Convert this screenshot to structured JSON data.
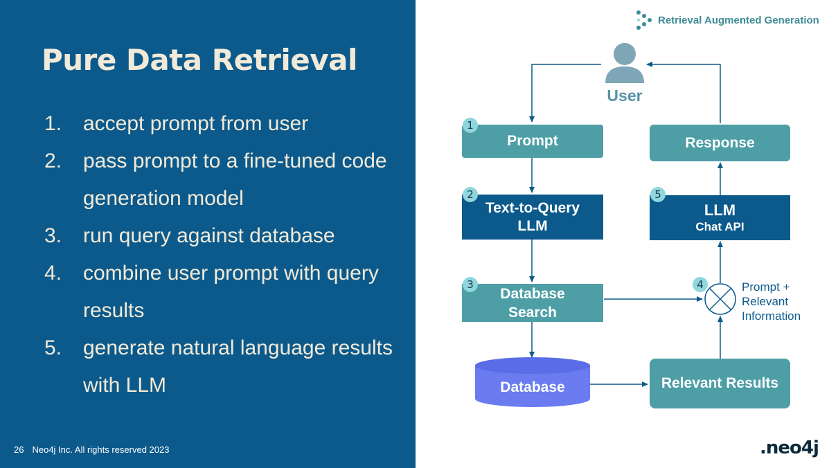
{
  "slide": {
    "title": "Pure Data Retrieval",
    "steps": [
      {
        "num": "1.",
        "text": "accept prompt from user"
      },
      {
        "num": "2.",
        "text": "pass prompt to a fine-tuned code generation model"
      },
      {
        "num": "3.",
        "text": "run query against database"
      },
      {
        "num": "4.",
        "text": "combine user prompt with query results"
      },
      {
        "num": "5.",
        "text": "generate natural language results with LLM"
      }
    ],
    "page_number": "26",
    "copyright": "Neo4j Inc. All rights reserved 2023"
  },
  "brand": {
    "rag_label": "Retrieval Augmented Generation",
    "logo_text": ".neo4j"
  },
  "diagram": {
    "user_label": "User",
    "prompt": "Prompt",
    "text_to_query_line1": "Text-to-Query",
    "text_to_query_line2": "LLM",
    "database_search_line1": "Database",
    "database_search_line2": "Search",
    "database": "Database",
    "relevant_results": "Relevant Results",
    "combine_line1": "Prompt +",
    "combine_line2": "Relevant",
    "combine_line3": "Information",
    "llm_line1": "LLM",
    "llm_line2": "Chat API",
    "response": "Response",
    "badges": [
      "1",
      "2",
      "3",
      "4",
      "5"
    ]
  },
  "colors": {
    "navy": "#0c5a8c",
    "teal": "#4e9ea6",
    "title_cream": "#f2ead8",
    "database_blue": "#6a7cf0",
    "badge": "#8fd6dd"
  }
}
